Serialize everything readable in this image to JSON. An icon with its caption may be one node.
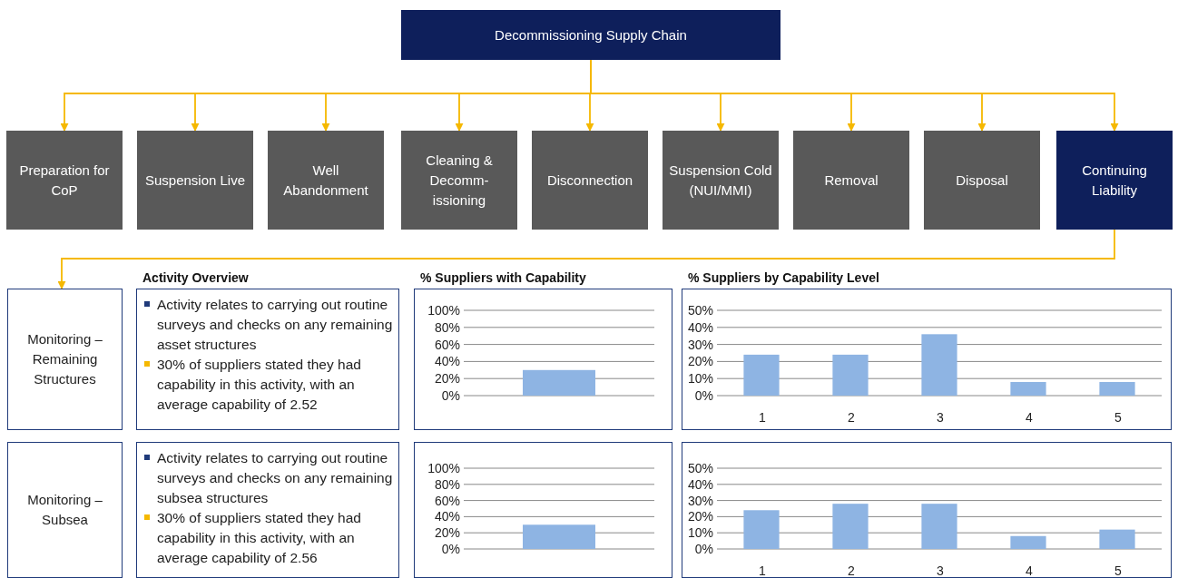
{
  "diagram": {
    "nodes": [
      {
        "text": [
          "Decommissioning Supply Chain"
        ]
      },
      {
        "text": [
          "Preparation for CoP"
        ]
      },
      {
        "text": [
          "Suspension Live"
        ]
      },
      {
        "text": [
          "Well Abandonment"
        ]
      },
      {
        "text": [
          "Cleaning & Decomm-issioning"
        ]
      },
      {
        "text": [
          "Disconnection"
        ]
      },
      {
        "text": [
          "Suspension Cold (NUI/MMI)"
        ]
      },
      {
        "text": [
          "Removal"
        ]
      },
      {
        "text": [
          "Disposal"
        ]
      },
      {
        "text": [
          "Continuing Liability"
        ]
      },
      {
        "text": [
          "Monitoring – Remaining Structures"
        ]
      },
      {
        "text": [
          "Activity Overview",
          "Activity relates to carrying out routine surveys and checks on any remaining asset structures",
          "30% of suppliers stated they had capability in this activity, with an average capability of 2.52"
        ]
      },
      {
        "text": [
          "Monitoring – Subsea"
        ]
      },
      {
        "text": [
          "Activity relates to carrying out routine surveys and checks on any remaining subsea structures",
          "30% of suppliers stated they had capability in this activity, with an average capability of 2.56"
        ]
      },
      {
        "text": [],
        "shape": "box"
      },
      {
        "text": [],
        "shape": "box"
      },
      {
        "text": [],
        "shape": "box"
      },
      {
        "text": [],
        "shape": "box"
      }
    ],
    "edges": [
      {
        "from": 0,
        "to": 1,
        "arrow": "to"
      },
      {
        "from": 0,
        "to": 2,
        "arrow": "to"
      },
      {
        "from": 0,
        "to": 3,
        "arrow": "to"
      },
      {
        "from": 0,
        "to": 4,
        "arrow": "to"
      },
      {
        "from": 0,
        "to": 5,
        "arrow": "to"
      },
      {
        "from": 0,
        "to": 6,
        "arrow": "to"
      },
      {
        "from": 0,
        "to": 7,
        "arrow": "to"
      },
      {
        "from": 0,
        "to": 8,
        "arrow": "to"
      },
      {
        "from": 0,
        "to": 9,
        "arrow": "to"
      },
      {
        "from": 9,
        "to": 10,
        "arrow": "to"
      }
    ],
    "chart_data": [
      {
        "type": "bar",
        "grid": true,
        "title": "% Suppliers with Capability",
        "values": [
          30
        ],
        "ylim": [
          0,
          100
        ],
        "yticks": [
          {
            "value": 0,
            "label": "0%"
          },
          {
            "value": 20,
            "label": "20%"
          },
          {
            "value": 40,
            "label": "40%"
          },
          {
            "value": 60,
            "label": "60%"
          },
          {
            "value": 80,
            "label": "80%"
          },
          {
            "value": 100,
            "label": "100%"
          }
        ]
      },
      {
        "type": "bar",
        "grid": true,
        "title": "% Suppliers by Capability Level",
        "categories": [
          "1",
          "2",
          "3",
          "4",
          "5"
        ],
        "values": [
          24,
          24,
          36,
          8,
          8
        ],
        "ylim": [
          0,
          50
        ],
        "yticks": [
          {
            "value": 0,
            "label": "0%"
          },
          {
            "value": 10,
            "label": "10%"
          },
          {
            "value": 20,
            "label": "20%"
          },
          {
            "value": 30,
            "label": "30%"
          },
          {
            "value": 40,
            "label": "40%"
          },
          {
            "value": 50,
            "label": "50%"
          }
        ]
      },
      {
        "type": "bar",
        "grid": true,
        "values": [
          30
        ],
        "ylim": [
          0,
          100
        ],
        "yticks": [
          {
            "value": 0,
            "label": "0%"
          },
          {
            "value": 20,
            "label": "20%"
          },
          {
            "value": 40,
            "label": "40%"
          },
          {
            "value": 60,
            "label": "60%"
          },
          {
            "value": 80,
            "label": "80%"
          },
          {
            "value": 100,
            "label": "100%"
          }
        ]
      },
      {
        "type": "bar",
        "grid": true,
        "categories": [
          "1",
          "2",
          "3",
          "4",
          "5"
        ],
        "values": [
          24,
          28,
          28,
          8,
          12
        ],
        "ylim": [
          0,
          50
        ],
        "yticks": [
          {
            "value": 0,
            "label": "0%"
          },
          {
            "value": 10,
            "label": "10%"
          },
          {
            "value": 20,
            "label": "20%"
          },
          {
            "value": 30,
            "label": "30%"
          },
          {
            "value": 40,
            "label": "40%"
          },
          {
            "value": 50,
            "label": "50%"
          }
        ]
      }
    ]
  }
}
